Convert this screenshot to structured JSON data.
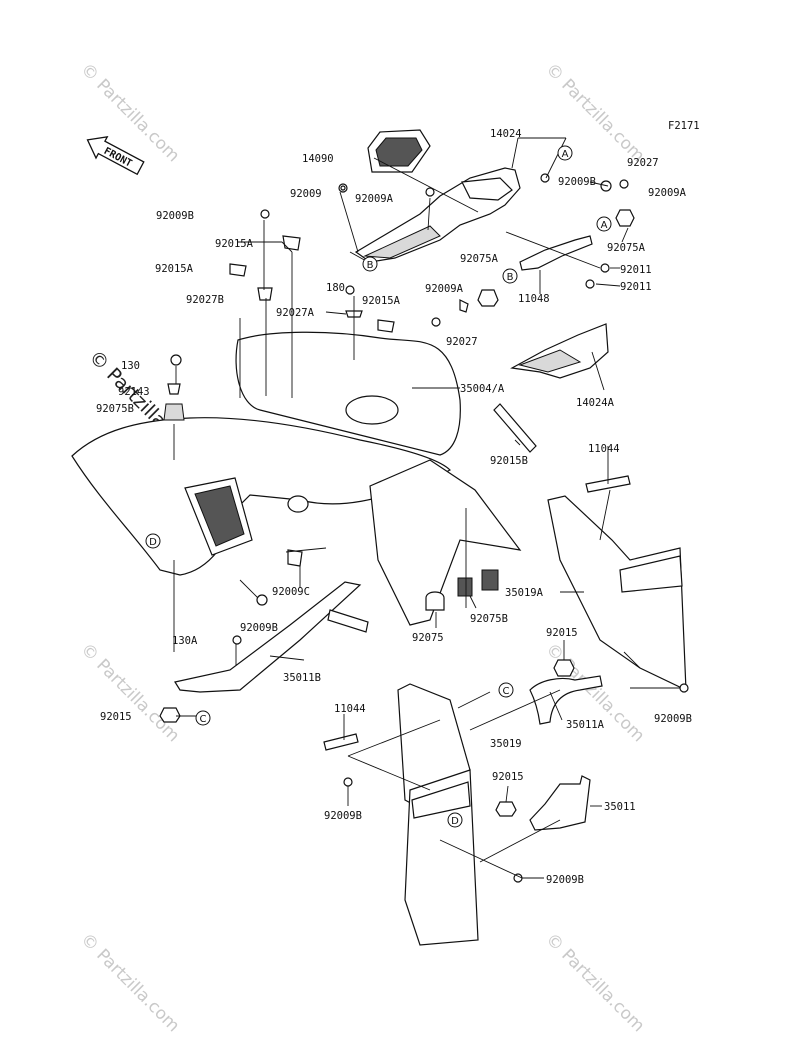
{
  "figure_code": "F2171",
  "front_label": "FRONT",
  "watermark_text": "© Partzilla.com",
  "watermark_main": "© Partzilla.com",
  "callout_letters": [
    "A",
    "A",
    "B",
    "B",
    "C",
    "C",
    "D",
    "D"
  ],
  "labels": {
    "p14090": "14090",
    "p14024": "14024",
    "p92027_top": "92027",
    "p92009_top": "92009",
    "p92009A_top": "92009A",
    "p92009B_top": "92009B",
    "p92009A_right": "92009A",
    "p92009B_left": "92009B",
    "p92075A_right": "92075A",
    "p92015A_1": "92015A",
    "p92015A_2": "92015A",
    "p92011_1": "92011",
    "p92075A_mid": "92075A",
    "p180": "180",
    "p92011_2": "92011",
    "p92027B": "92027B",
    "p92009A_mid": "92009A",
    "p11048": "11048",
    "p92027A": "92027A",
    "p92015A_3": "92015A",
    "p92027_mid": "92027",
    "p130": "130",
    "p14024A": "14024A",
    "p92143": "92143",
    "p35004A": "35004/A",
    "p92075B_left": "92075B",
    "p92015B": "92015B",
    "p11044_right": "11044",
    "p92009C": "92009C",
    "p35019A": "35019A",
    "p92009B_mid": "92009B",
    "p92075": "92075",
    "p92075B": "92075B",
    "p92015_right": "92015",
    "p130A": "130A",
    "p35011B": "35011B",
    "p92015_left": "92015",
    "p35011A": "35011A",
    "p92009B_rr": "92009B",
    "p11044_lower": "11044",
    "p35019": "35019",
    "p92015_lower": "92015",
    "p35011": "35011",
    "p92009B_low": "92009B",
    "p92009B_bottom": "92009B"
  }
}
